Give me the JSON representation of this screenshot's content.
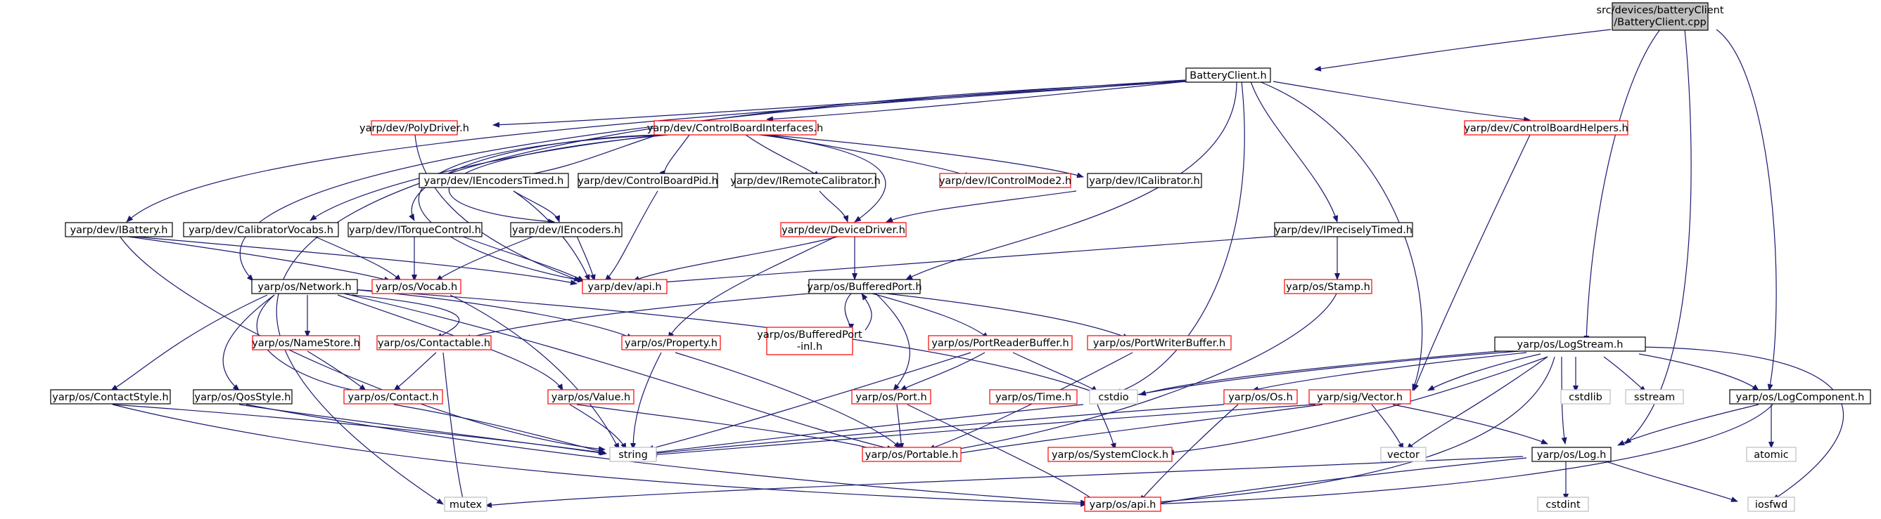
{
  "diagram": {
    "root": {
      "line1": "src/devices/batteryClient",
      "line2": "/BatteryClient.cpp"
    },
    "nodes": {
      "battery_client_h": "BatteryClient.h",
      "poly_driver": "yarp/dev/PolyDriver.h",
      "control_board_interfaces": "yarp/dev/ControlBoardInterfaces.h",
      "control_board_helpers": "yarp/dev/ControlBoardHelpers.h",
      "ibattery": "yarp/dev/IBattery.h",
      "calibrator_vocabs": "yarp/dev/CalibratorVocabs.h",
      "itorque_control": "yarp/dev/ITorqueControl.h",
      "iencoders_timed": "yarp/dev/IEncodersTimed.h",
      "control_board_pid": "yarp/dev/ControlBoardPid.h",
      "iremote_calibrator": "yarp/dev/IRemoteCalibrator.h",
      "icontrol_mode2": "yarp/dev/IControlMode2.h",
      "icalibrator": "yarp/dev/ICalibrator.h",
      "iencoders": "yarp/dev/IEncoders.h",
      "device_driver": "yarp/dev/DeviceDriver.h",
      "iprecisely_timed": "yarp/dev/IPreciselyTimed.h",
      "os_vocab": "yarp/os/Vocab.h",
      "dev_api": "yarp/dev/api.h",
      "network": "yarp/os/Network.h",
      "buffered_port": "yarp/os/BufferedPort.h",
      "stamp": "yarp/os/Stamp.h",
      "buffered_port_inl": {
        "line1": "yarp/os/BufferedPort",
        "line2": "-inl.h"
      },
      "name_store": "yarp/os/NameStore.h",
      "contactable": "yarp/os/Contactable.h",
      "property": "yarp/os/Property.h",
      "port_reader_buffer": "yarp/os/PortReaderBuffer.h",
      "port_writer_buffer": "yarp/os/PortWriterBuffer.h",
      "log_stream": "yarp/os/LogStream.h",
      "contact_style": "yarp/os/ContactStyle.h",
      "qos_style": "yarp/os/QosStyle.h",
      "contact": "yarp/os/Contact.h",
      "value": "yarp/os/Value.h",
      "port": "yarp/os/Port.h",
      "time": "yarp/os/Time.h",
      "cstdio": "cstdio",
      "os_h": "yarp/os/Os.h",
      "sig_vector": "yarp/sig/Vector.h",
      "cstdlib": "cstdlib",
      "sstream": "sstream",
      "log_component": "yarp/os/LogComponent.h",
      "string": "string",
      "portable": "yarp/os/Portable.h",
      "system_clock": "yarp/os/SystemClock.h",
      "vector": "vector",
      "log": "yarp/os/Log.h",
      "atomic": "atomic",
      "mutex": "mutex",
      "os_api": "yarp/os/api.h",
      "cstdint": "cstdint",
      "iosfwd": "iosfwd"
    }
  },
  "colors": {
    "edge": "#191970",
    "border_plain": "#000000",
    "border_incomplete": "#ff0000",
    "border_system": "#bfbfbf",
    "root_fill": "#bfbfbf"
  }
}
